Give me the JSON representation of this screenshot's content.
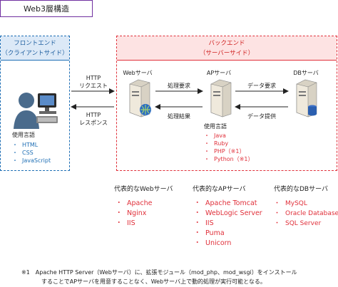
{
  "title": "Web3層構造",
  "frontend": {
    "heading_line1": "フロントエンド",
    "heading_line2": "（クライアントサイド）",
    "lang_label": "使用言語",
    "langs": [
      "HTML",
      "CSS",
      "JavaScript"
    ]
  },
  "backend": {
    "heading_line1": "バックエンド",
    "heading_line2": "（サーバーサイド）"
  },
  "arrows": {
    "request_line1": "HTTP",
    "request_line2": "リクエスト",
    "response_line1": "HTTP",
    "response_line2": "レスポンス",
    "process_request": "処理要求",
    "process_result": "処理結果",
    "data_request": "データ要求",
    "data_provide": "データ提供"
  },
  "servers": {
    "web": "Webサーバ",
    "ap": "APサーバ",
    "db": "DBサーバ"
  },
  "ap_langs": {
    "label": "使用言語",
    "items": [
      "Java",
      "Ruby",
      "PHP（※1）",
      "Python（※1）"
    ]
  },
  "examples": {
    "web": {
      "title": "代表的なWebサーバ",
      "items": [
        "Apache",
        "Nginx",
        "IIS"
      ]
    },
    "ap": {
      "title": "代表的なAPサーバ",
      "items": [
        "Apache Tomcat",
        "WebLogic Server",
        "IIS",
        "Puma",
        "Unicorn"
      ]
    },
    "db": {
      "title": "代表的なDBサーバ",
      "items": [
        "MySQL",
        "Oracle Database",
        "SQL Server"
      ]
    }
  },
  "bullet": "・",
  "footnote": {
    "line1": "※1　Apache HTTP Server（Webサーバ）に、拡張モジュール（mod_php、mod_wsgi）をインストール",
    "line2": "することでAPサーバを用意することなく、Webサーバ上で動的処理が実行可能となる。"
  }
}
